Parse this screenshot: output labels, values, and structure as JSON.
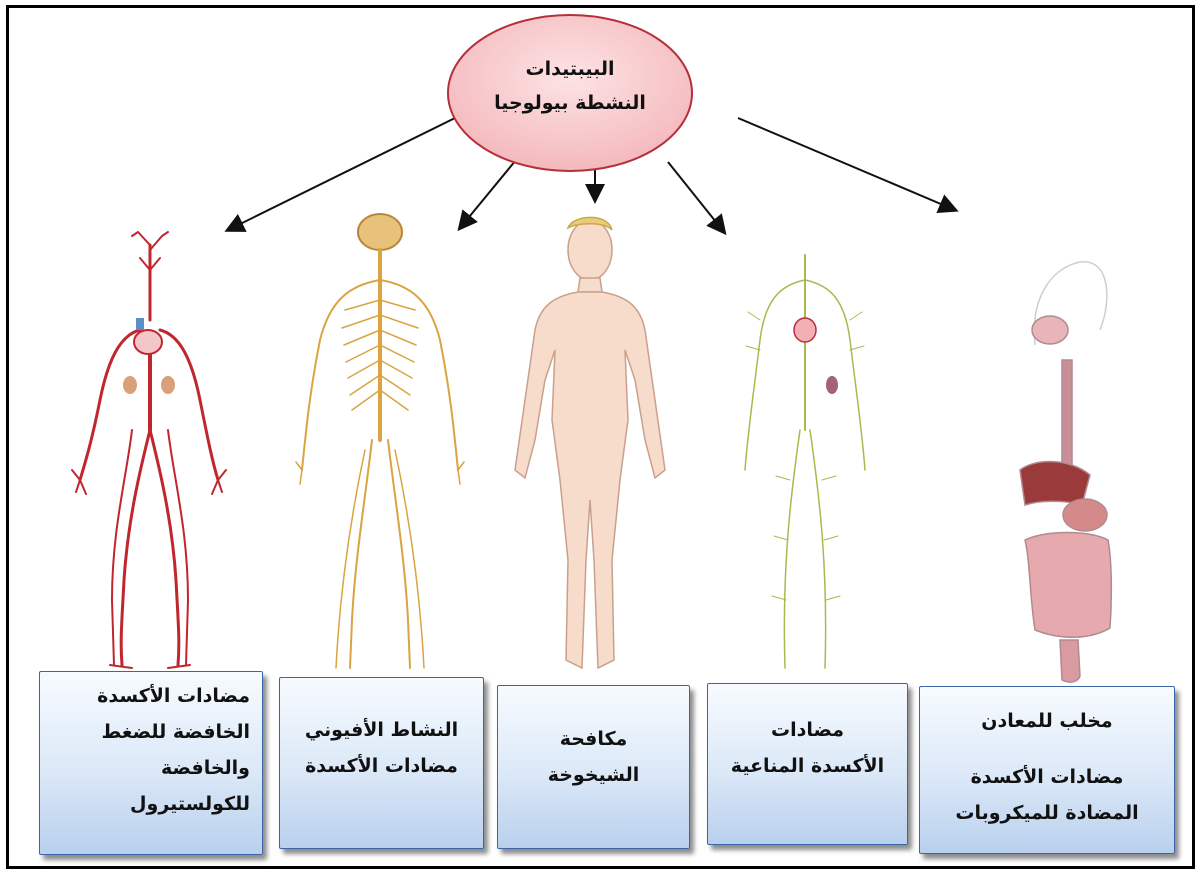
{
  "center": {
    "line1": "البيبتيدات",
    "line2": "النشطة بيولوجيا"
  },
  "boxes": [
    {
      "lines": [
        "مضادات الأكسدة",
        "الخافضة للضغط",
        "والخافضة",
        "للكولستيرول"
      ]
    },
    {
      "lines": [
        "النشاط الأفيوني",
        "مضادات الأكسدة"
      ]
    },
    {
      "lines": [
        "مكافحة",
        "الشيخوخة"
      ]
    },
    {
      "lines": [
        "مضادات",
        "الأكسدة المناعية"
      ]
    },
    {
      "lines": [
        "مخلب للمعادن",
        "مضادات الأكسدة",
        "المضادة للميكروبات"
      ]
    }
  ],
  "figures": [
    "circulatory-system-figure",
    "nervous-system-figure",
    "human-body-figure",
    "lymphatic-system-figure",
    "digestive-system-figure"
  ],
  "colors": {
    "ellipse_fill": "#f7c9cc",
    "ellipse_stroke": "#b5303a",
    "box_border": "#3a66a8",
    "artery": "#c1262f",
    "nerve": "#d9a441",
    "skin": "#f7dccb",
    "lymph": "#a8b94f"
  }
}
